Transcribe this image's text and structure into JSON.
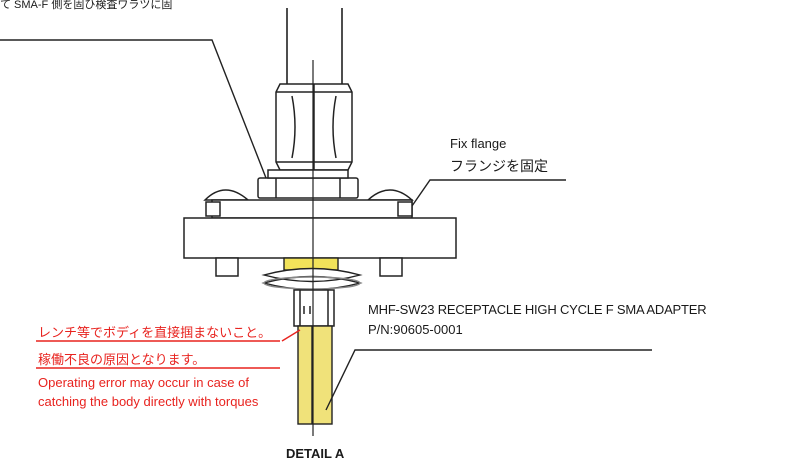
{
  "top_caption": "て SMA-F 側を固ひ検査ワラツに固",
  "fix_flange": {
    "en": "Fix flange",
    "jp": "フランジを固定"
  },
  "adapter": {
    "name": "MHF-SW23 RECEPTACLE HIGH CYCLE F SMA ADAPTER",
    "pn": "P/N:90605-0001"
  },
  "warning": {
    "jp_line1": "レンチ等でボディを直接掴まないこと。",
    "jp_line2": "稼働不良の原因となります。",
    "en_line1": "Operating error may occur in case of",
    "en_line2": "catching the body directly with torques"
  },
  "detail_label": "DETAIL A",
  "colors": {
    "warning_text": "#e8231f",
    "label_text": "#1a1a1a",
    "spring": "#f2e35a",
    "pin": "#f0e27a"
  }
}
